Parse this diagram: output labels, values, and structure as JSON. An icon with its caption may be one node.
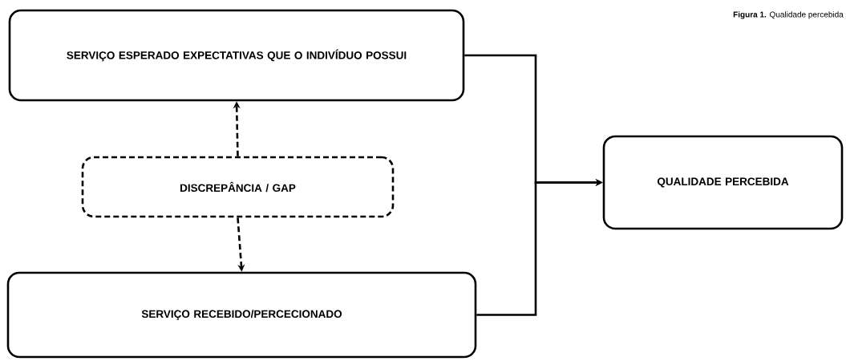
{
  "diagram": {
    "caption": "**Figura 1.** Qualidade percebida",
    "nodes": [
      {
        "text": [
          "SERVIÇO ESPERADO EXPECTATIVAS QUE O INDIVÍDUO POSSUI"
        ]
      },
      {
        "text": [
          "DISCREPÂNCIA / GAP"
        ]
      },
      {
        "text": [
          "QUALIDADE PERCEBIDA"
        ]
      },
      {
        "text": [
          "SERVIÇO RECEBIDO/PERCECIONADO"
        ]
      }
    ],
    "edges": [
      {
        "from": 1,
        "to": 0,
        "arrow": "to",
        "style": "dashed"
      },
      {
        "from": 1,
        "to": 3,
        "arrow": "to",
        "style": "dashed"
      },
      {
        "from": 0,
        "to": 2,
        "arrow": "to"
      },
      {
        "from": 3,
        "to": 2,
        "arrow": "to"
      }
    ]
  }
}
